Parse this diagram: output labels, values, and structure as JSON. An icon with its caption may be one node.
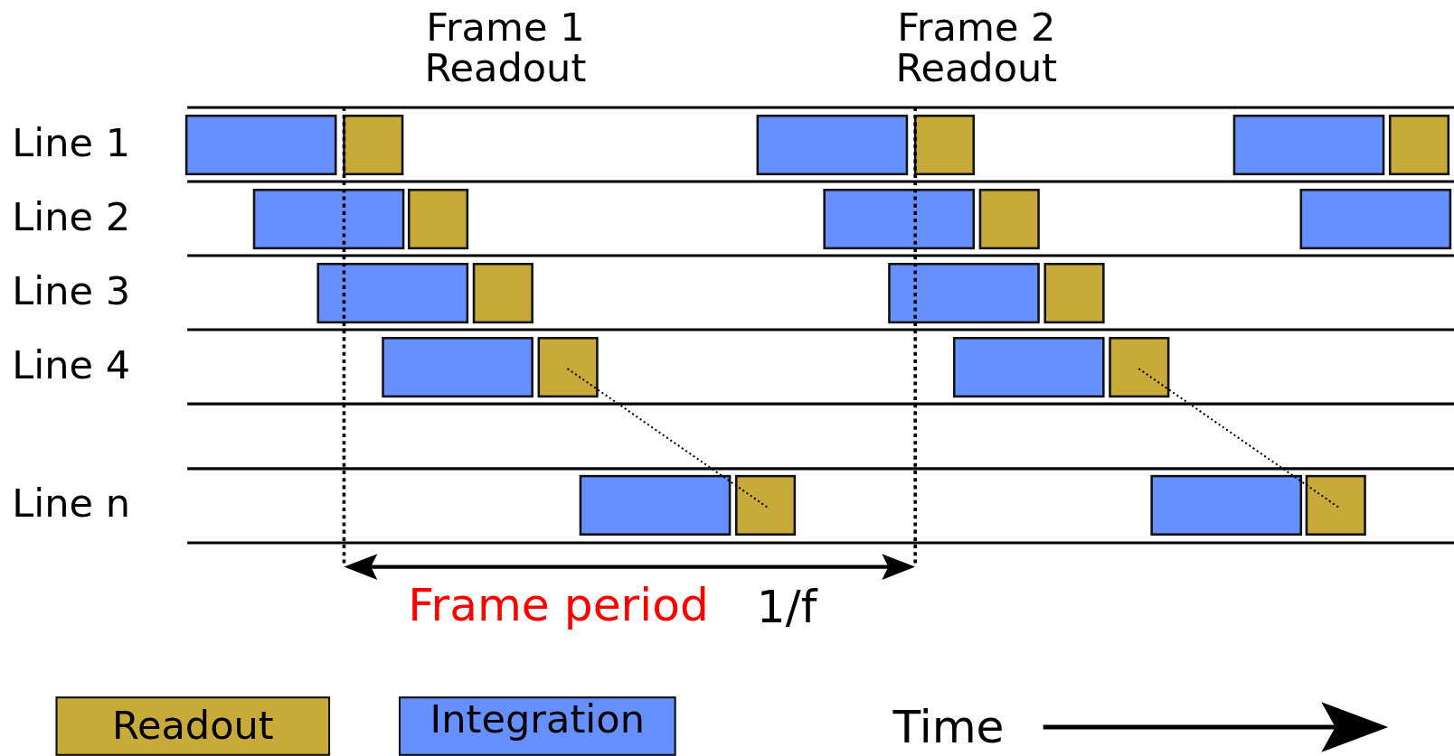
{
  "diagram": {
    "labels": [
      "Frame 1 Readout",
      "Frame 2 Readout",
      "Line 1",
      "Line 2",
      "Line 3",
      "Line 4",
      "Line n",
      "Frame period",
      "1/f",
      "Time"
    ],
    "legend": [
      {
        "text": "Readout",
        "color": "#c8aa3a"
      },
      {
        "text": "Integration",
        "color": "#6690ff"
      }
    ]
  }
}
